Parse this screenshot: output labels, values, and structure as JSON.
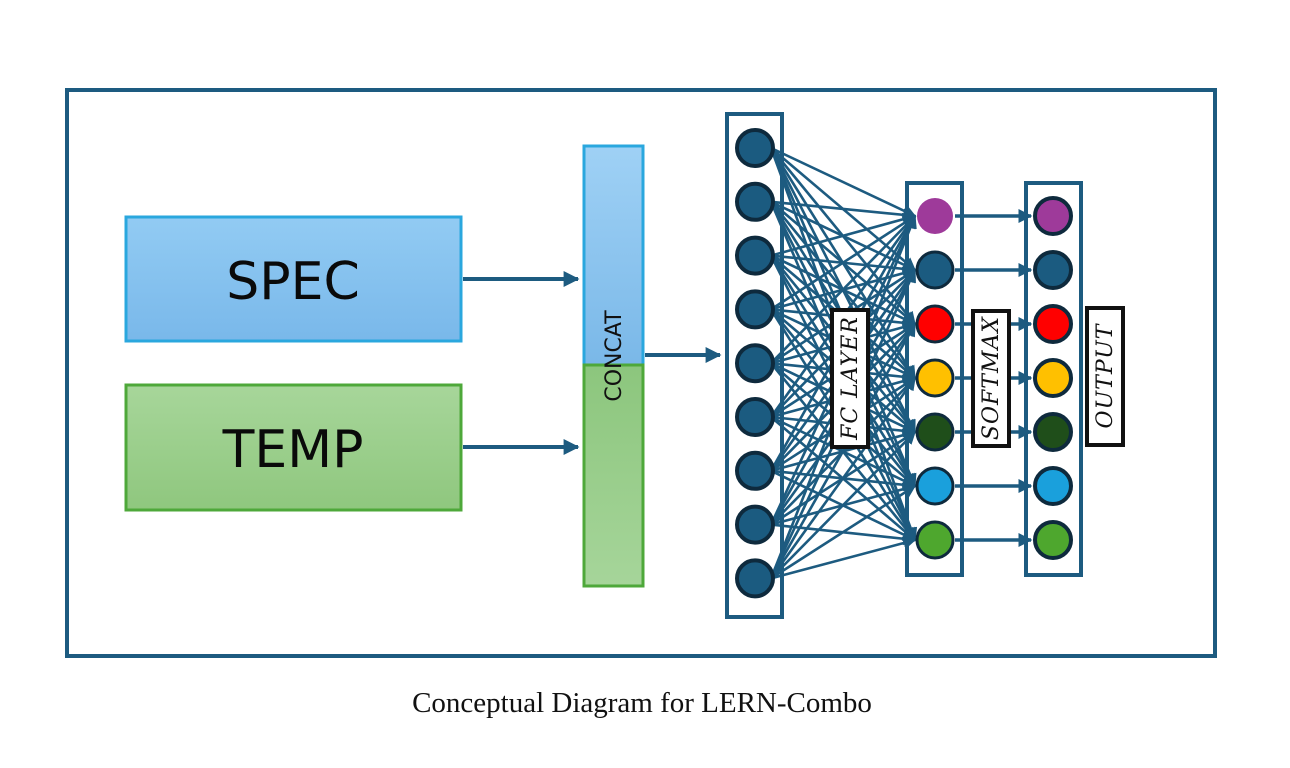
{
  "blocks": {
    "spec_label": "SPEC",
    "temp_label": "TEMP",
    "concat_label": "CONCAT"
  },
  "layers": {
    "fc_label": "FC LAYER",
    "softmax_label": "SOFTMAX",
    "output_label": "OUTPUT"
  },
  "caption": "Conceptual Diagram for LERN-Combo",
  "colors": {
    "frame": "#1d5b80",
    "arrow": "#1d5b80",
    "spec_fill": "#86c2ee",
    "spec_border": "#2aa7de",
    "temp_fill": "#9ccf8e",
    "temp_border": "#4ea83a",
    "fc_node": "#1b5b80",
    "node_outline": "#0e2a3d",
    "class_nodes": [
      "#9e3a9a",
      "#1b5b80",
      "#ff0000",
      "#ffc000",
      "#1f4e1a",
      "#1aa0dc",
      "#4ea72e"
    ]
  }
}
